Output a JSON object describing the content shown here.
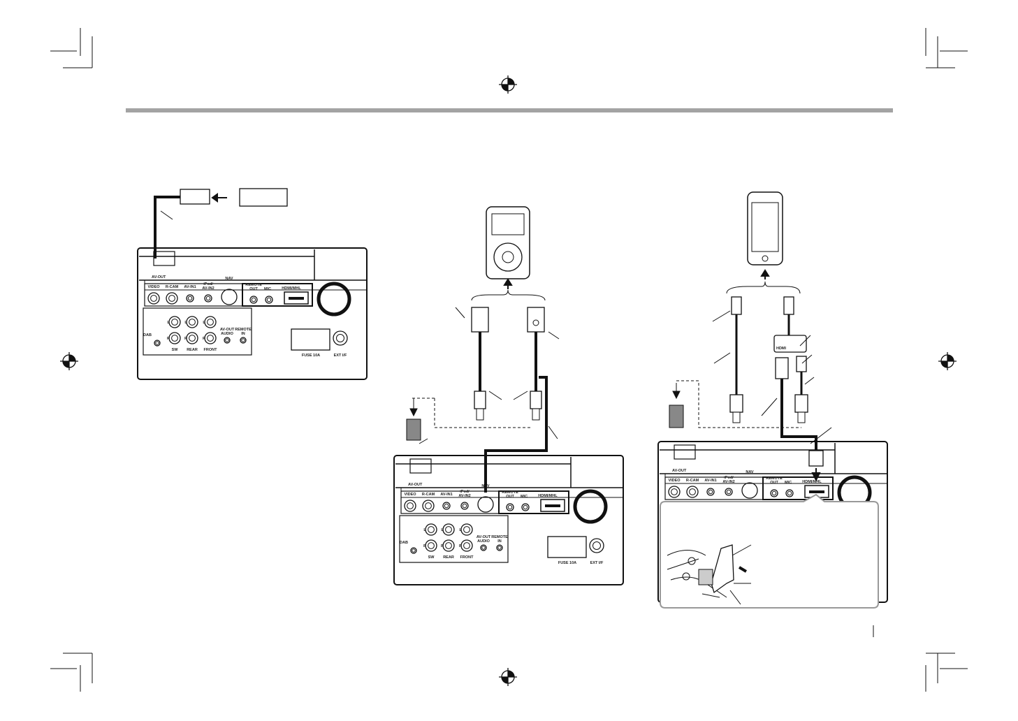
{
  "header_bar_color": "#a3a3a3",
  "rear_panel": {
    "labels": {
      "av_out": "AV-OUT",
      "video": "VIDEO",
      "r_cam": "R-CAM",
      "av_in1": "AV-IN1",
      "ipod_av_in2_a": "iPod/",
      "ipod_av_in2_b": "AV-IN2",
      "nav": "NAV",
      "remote_out_a": "REMOTE",
      "remote_out_b": "OUT",
      "mic": "MIC",
      "hdmi_mhl": "HDMI/MHL",
      "dab": "DAB",
      "l": "L",
      "r": "R",
      "sw": "SW",
      "rear": "REAR",
      "front": "FRONT",
      "av_out_audio_a": "AV-OUT",
      "av_out_audio_b": "AUDIO",
      "remote_in_a": "REMOTE",
      "remote_in_b": "IN",
      "fuse": "FUSE 10A",
      "ext_if": "EXT I/F"
    }
  },
  "hdmi_adapter": {
    "label": "HDMI"
  },
  "icons": [
    "usb-device-icon",
    "ipod-icon",
    "iphone-icon",
    "registration-mark-icon",
    "crop-mark-icon",
    "arrow-icon"
  ]
}
